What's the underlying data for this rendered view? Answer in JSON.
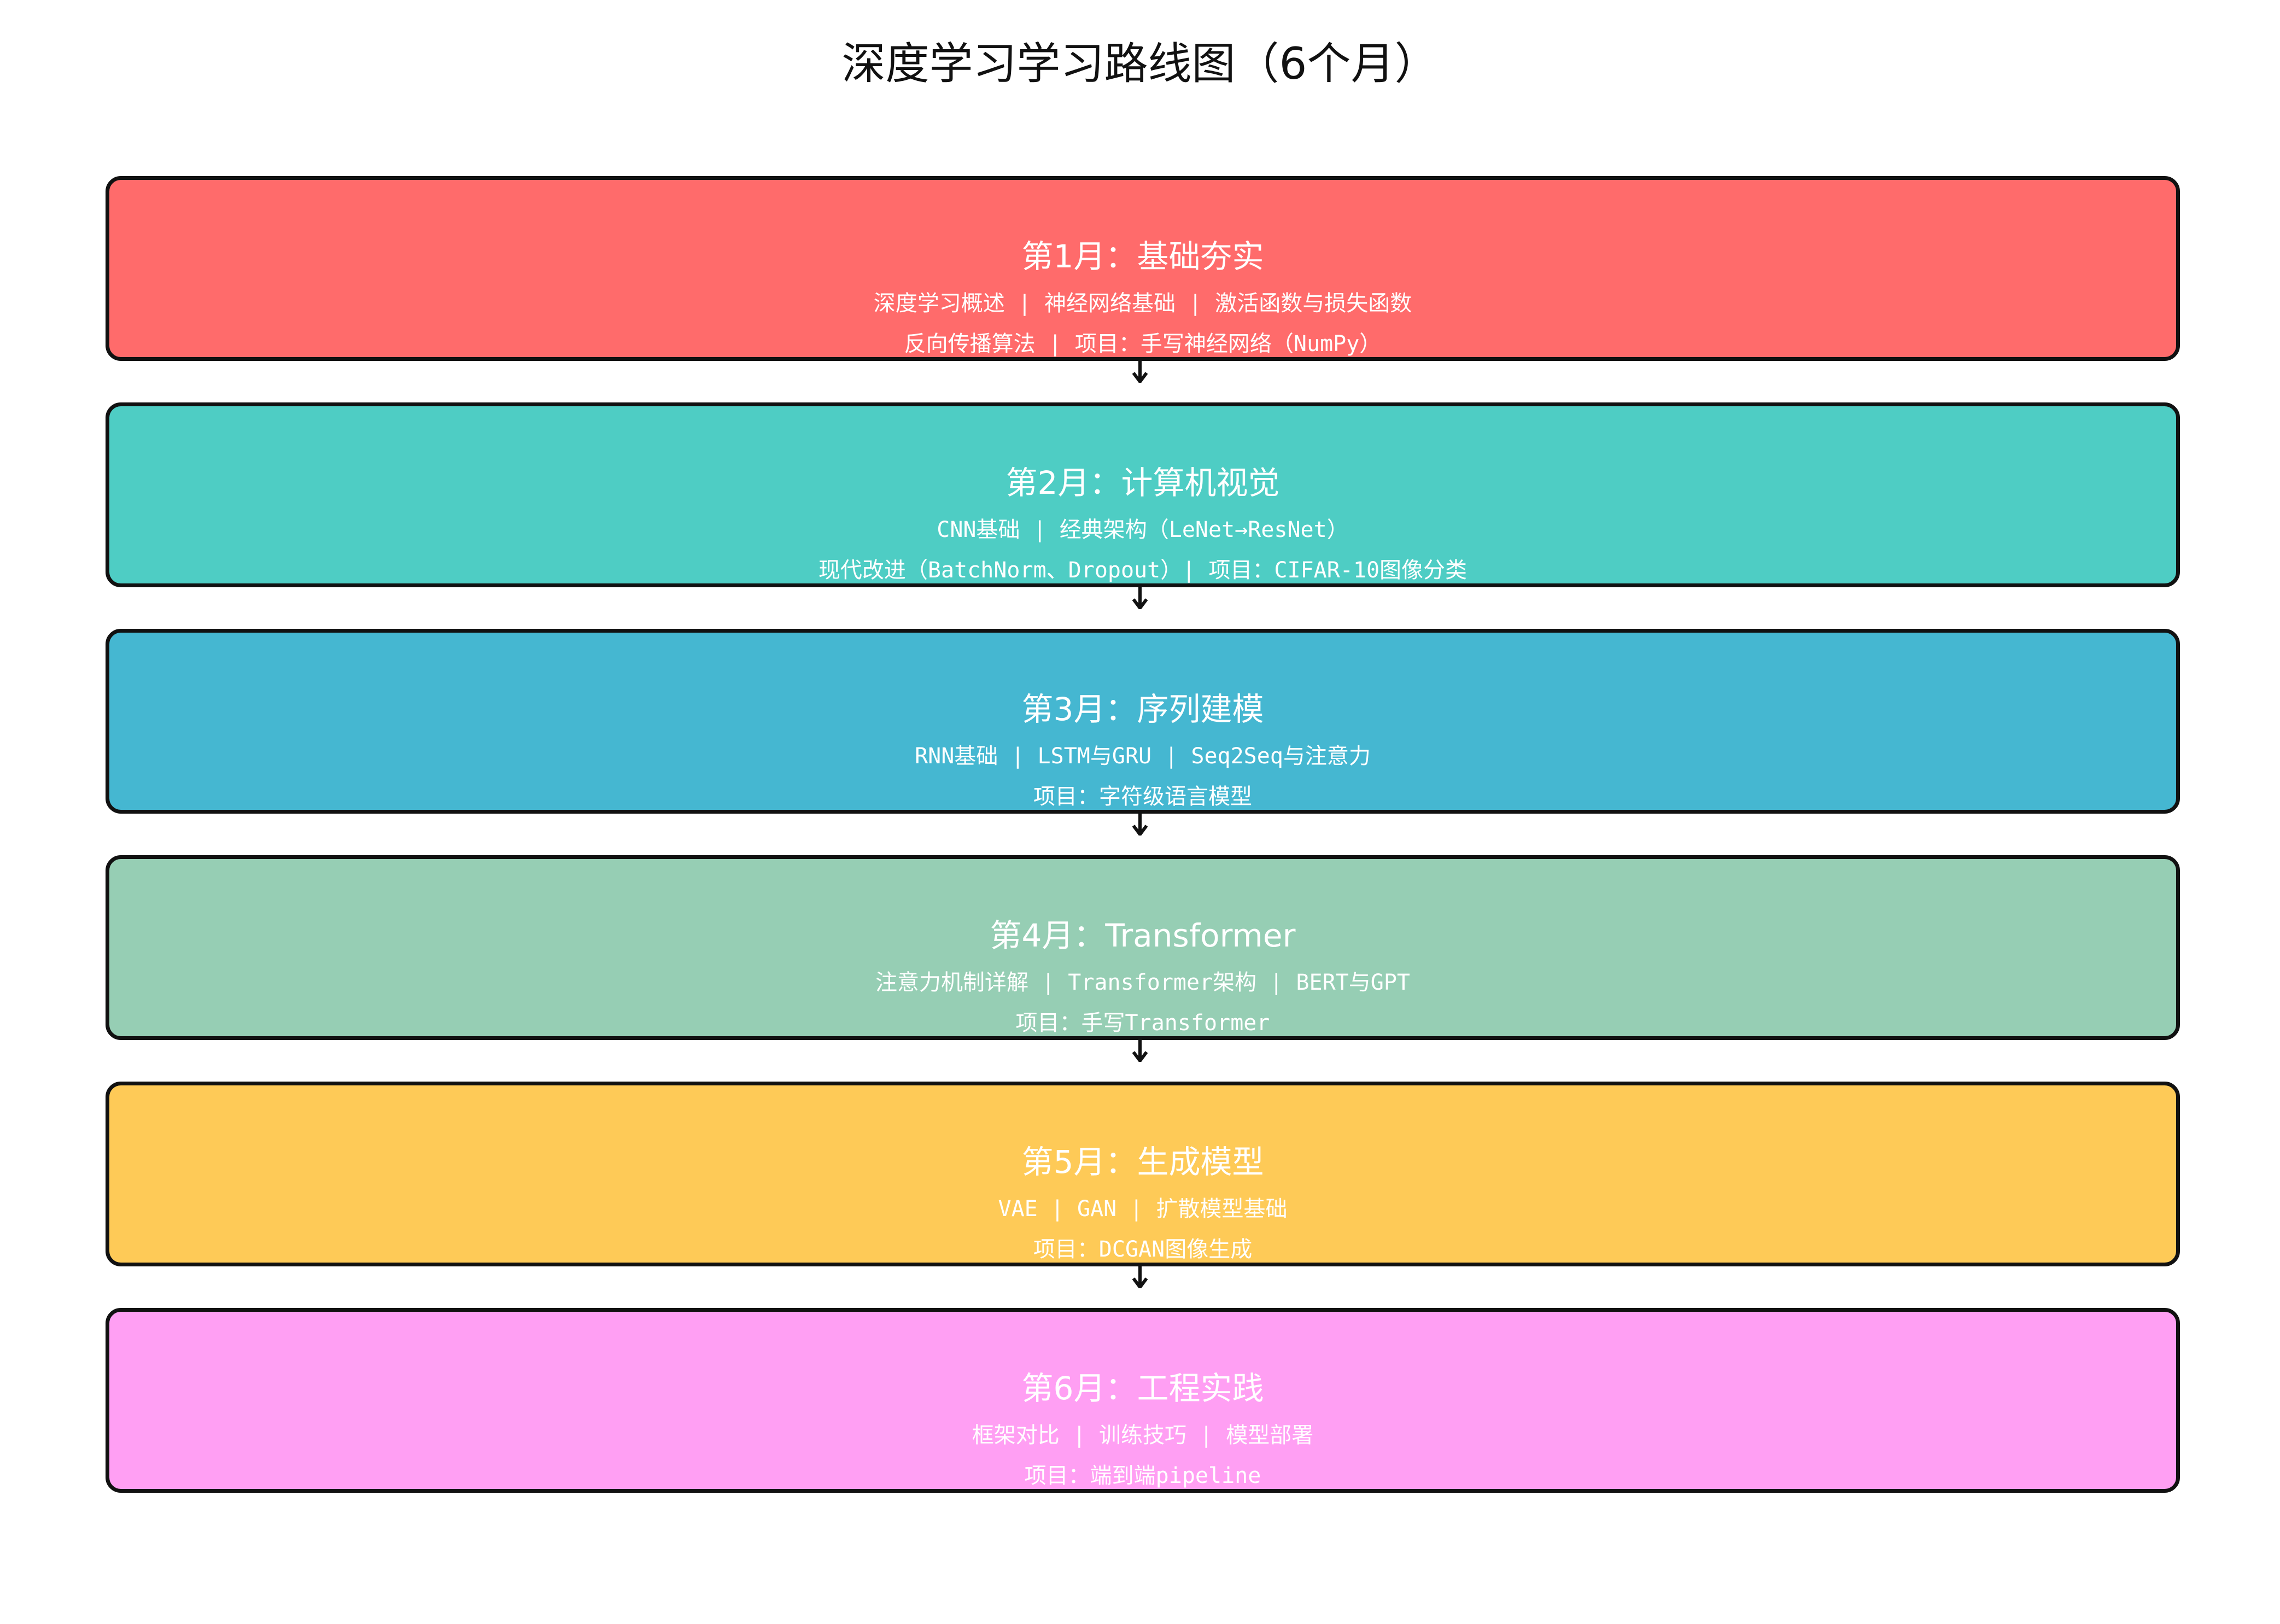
{
  "title": "深度学习学习路线图（6个月）",
  "stages": [
    {
      "color": "#FF6B6B",
      "title": "第1月：基础夯实",
      "line1": "深度学习概述 | 神经网络基础 | 激活函数与损失函数",
      "line2": "反向传播算法 | 项目：手写神经网络（NumPy）"
    },
    {
      "color": "#4ECDC4",
      "title": "第2月：计算机视觉",
      "line1": "CNN基础 | 经典架构（LeNet→ResNet）",
      "line2": "现代改进（BatchNorm、Dropout）| 项目：CIFAR-10图像分类"
    },
    {
      "color": "#45B7D1",
      "title": "第3月：序列建模",
      "line1": "RNN基础 | LSTM与GRU | Seq2Seq与注意力",
      "line2": "项目：字符级语言模型"
    },
    {
      "color": "#96CEB4",
      "title": "第4月：Transformer",
      "line1": "注意力机制详解 | Transformer架构 | BERT与GPT",
      "line2": "项目：手写Transformer"
    },
    {
      "color": "#FECA57",
      "title": "第5月：生成模型",
      "line1": "VAE | GAN | 扩散模型基础",
      "line2": "项目：DCGAN图像生成"
    },
    {
      "color": "#FF9FF3",
      "title": "第6月：工程实践",
      "line1": "框架对比 | 训练技巧 | 模型部署",
      "line2": "项目：端到端pipeline"
    }
  ]
}
